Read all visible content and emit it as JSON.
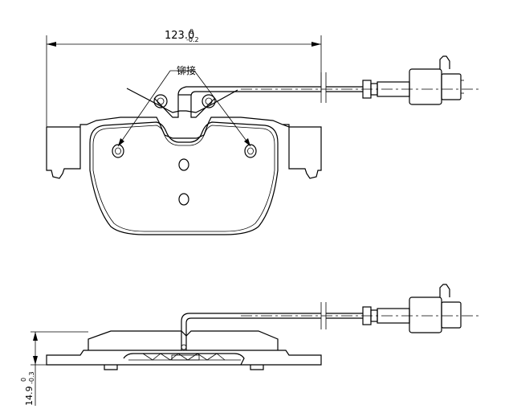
{
  "dimensions": {
    "width": {
      "nominal": "123.0",
      "upper": "0",
      "lower": "-0.2"
    },
    "thickness": {
      "nominal": "14.9",
      "upper": "0",
      "lower": "-0.3"
    }
  },
  "annotations": {
    "rivet_label": "铆接"
  }
}
